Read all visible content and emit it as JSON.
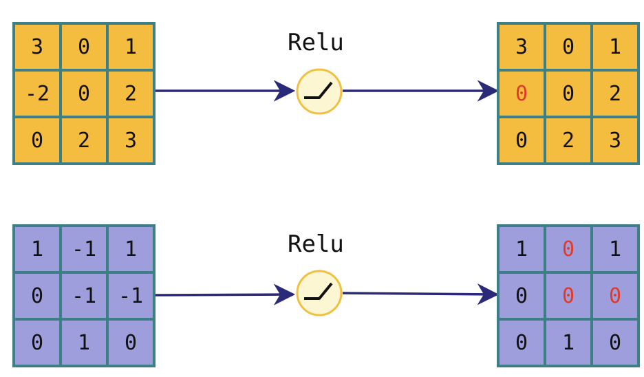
{
  "rows": [
    {
      "input": [
        [
          "3",
          "0",
          "1"
        ],
        [
          "-2",
          "0",
          "2"
        ],
        [
          "0",
          "2",
          "3"
        ]
      ],
      "output": [
        [
          "3",
          "0",
          "1"
        ],
        [
          "0",
          "0",
          "2"
        ],
        [
          "0",
          "2",
          "3"
        ]
      ],
      "changed": [
        [
          false,
          false,
          false
        ],
        [
          true,
          false,
          false
        ],
        [
          false,
          false,
          false
        ]
      ],
      "label": "Relu"
    },
    {
      "input": [
        [
          "1",
          "-1",
          "1"
        ],
        [
          "0",
          "-1",
          "-1"
        ],
        [
          "0",
          "1",
          "0"
        ]
      ],
      "output": [
        [
          "1",
          "0",
          "1"
        ],
        [
          "0",
          "0",
          "0"
        ],
        [
          "0",
          "1",
          "0"
        ]
      ],
      "changed": [
        [
          false,
          true,
          false
        ],
        [
          false,
          true,
          true
        ],
        [
          false,
          false,
          false
        ]
      ],
      "label": "Relu"
    }
  ],
  "colors": {
    "orange_fill": "#f5bd3f",
    "purple_fill": "#9e9edd",
    "grid_border": "#3d7f86",
    "arrow": "#2b2a78",
    "changed_text": "#e23a2a",
    "relu_circle_fill": "#fdf6d3",
    "relu_circle_stroke": "#f0c040"
  },
  "icons": {
    "activation": "relu-icon"
  }
}
